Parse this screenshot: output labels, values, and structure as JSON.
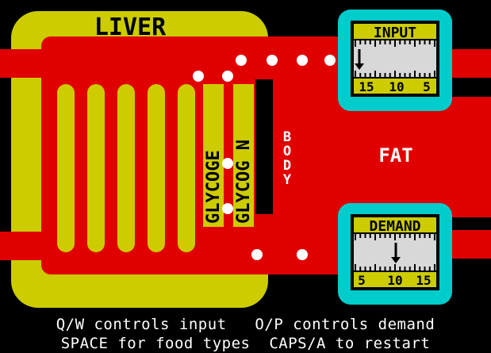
{
  "colors": {
    "background": "#000000",
    "liver_yellow": "#cccc00",
    "blood_red": "#e00000",
    "gauge_cyan": "#00cccc",
    "gauge_face": "#d8d8d8",
    "text_white": "#ffffff",
    "text_black": "#000000"
  },
  "labels": {
    "liver": "LIVER",
    "glycogen_1": "GLYCOGE",
    "glycogen_2": "GLYCOG N",
    "body": "BODY",
    "fat": "FAT"
  },
  "input_gauge": {
    "title": "INPUT",
    "scale": [
      "15",
      "10",
      "5"
    ],
    "needle_icon": "down-arrow-icon"
  },
  "demand_gauge": {
    "title": "DEMAND",
    "scale": [
      "5",
      "10",
      "15"
    ],
    "needle_icon": "down-arrow-icon"
  },
  "help": {
    "line1": "Q/W controls input   O/P controls demand",
    "line2": "SPACE for food types  CAPS/A to restart"
  }
}
